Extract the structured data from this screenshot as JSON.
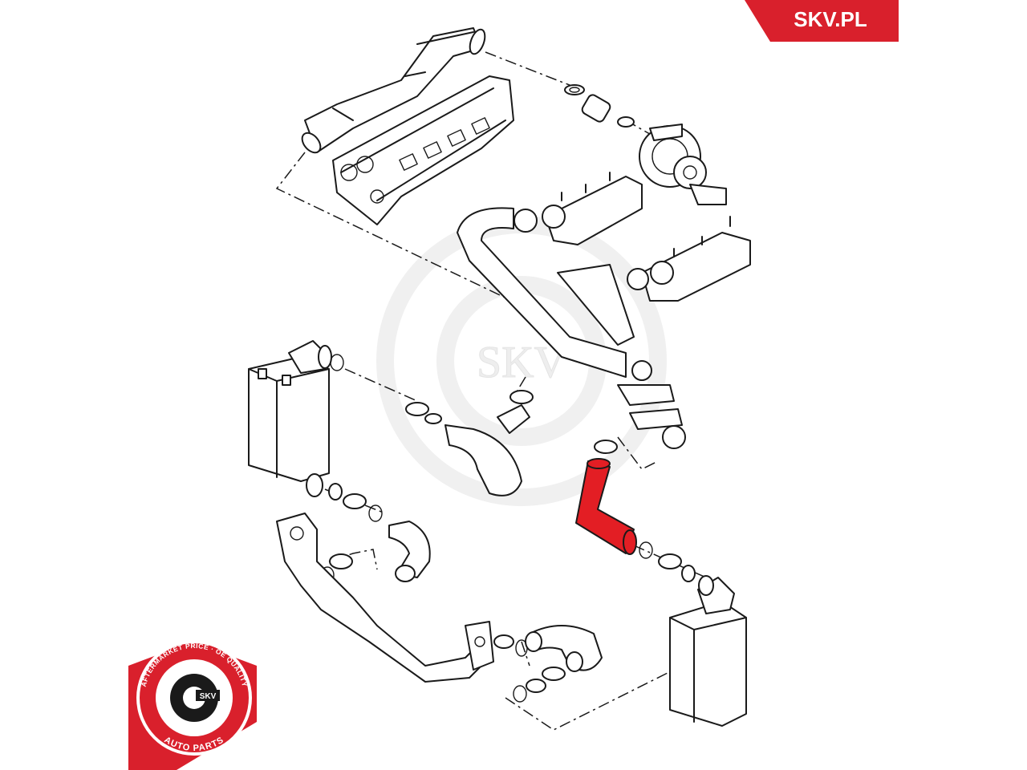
{
  "brand": {
    "label": "SKV.PL",
    "color": "#d9202c"
  },
  "watermark": {
    "text": "SKV"
  },
  "badge": {
    "ring_text_top": "AFTERMARKET PRICE · OE QUALITY",
    "center_text": "SKV",
    "ring_text_bottom": "AUTO PARTS",
    "color": "#d9202c"
  },
  "highlight": {
    "part_name": "highlighted-intercooler-hose",
    "color": "#e31e24"
  }
}
